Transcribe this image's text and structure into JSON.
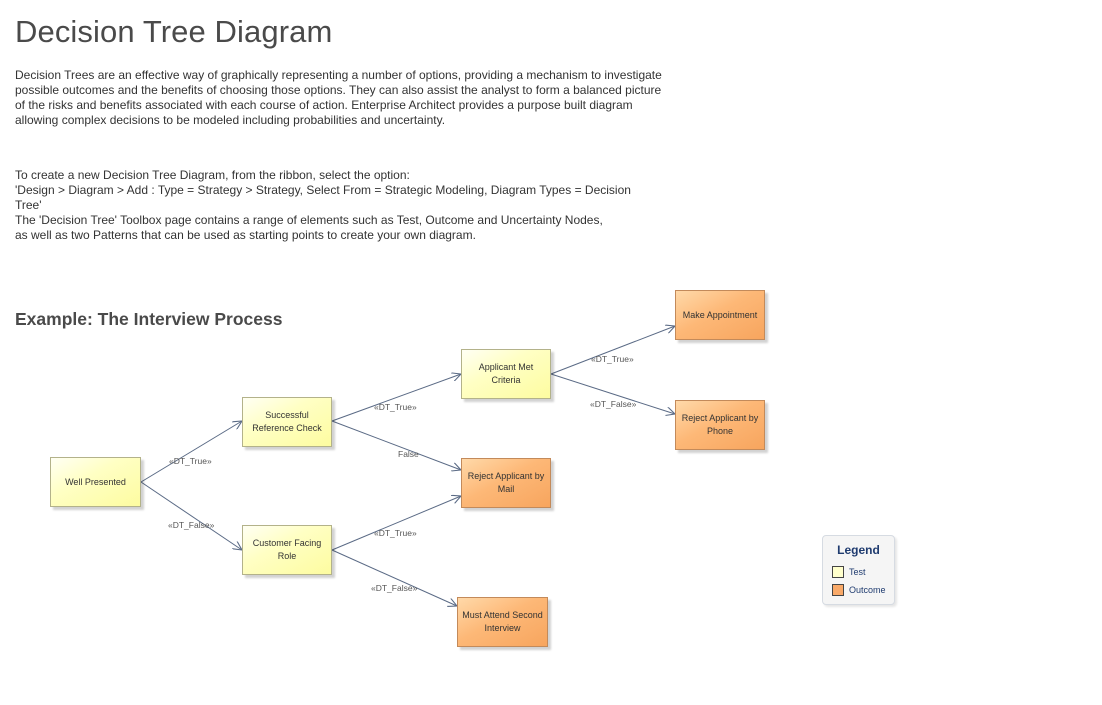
{
  "page": {
    "title": "Decision Tree Diagram",
    "intro": "Decision Trees are an effective way of graphically representing a number of options, providing a mechanism to investigate possible outcomes and the benefits of choosing those options.  They can also assist the analyst to form a balanced picture of the risks and benefits associated with each course of action.  Enterprise Architect provides a purpose built diagram allowing complex decisions to be modeled including probabilities and uncertainty.",
    "howto_line1": "To create a new Decision Tree Diagram, from the ribbon, select the option:",
    "howto_line2": "'Design > Diagram > Add : Type = Strategy > Strategy, Select From = Strategic Modeling, Diagram Types = Decision Tree'",
    "howto_line3": "The 'Decision Tree' Toolbox page contains a range of elements such as Test, Outcome and Uncertainty Nodes,",
    "howto_line4": "as well as two Patterns that can be used as starting points to create your own diagram.",
    "example_title": "Example:  The Interview Process"
  },
  "diagram": {
    "nodes": {
      "well_presented": "Well Presented",
      "successful_reference_check": "Successful Reference Check",
      "customer_facing_role": "Customer Facing Role",
      "applicant_met_criteria": "Applicant Met Criteria",
      "reject_by_mail": "Reject Applicant by Mail",
      "must_attend_second_interview": "Must Attend Second Interview",
      "make_appointment": "Make Appointment",
      "reject_by_phone": "Reject Applicant by Phone"
    },
    "edges": {
      "e1": "«DT_True»",
      "e2": "«DT_False»",
      "e3": "«DT_True»",
      "e4": "False",
      "e5": "«DT_True»",
      "e6": "«DT_False»",
      "e7": "«DT_True»",
      "e8": "«DT_False»"
    }
  },
  "legend": {
    "title": "Legend",
    "items": [
      {
        "label": "Test",
        "color": "#ffffcc"
      },
      {
        "label": "Outcome",
        "color": "#f9a968"
      }
    ]
  },
  "colors": {
    "test_fill": "#ffffcc",
    "outcome_fill": "#fdb877",
    "connector": "#5a6a85"
  }
}
